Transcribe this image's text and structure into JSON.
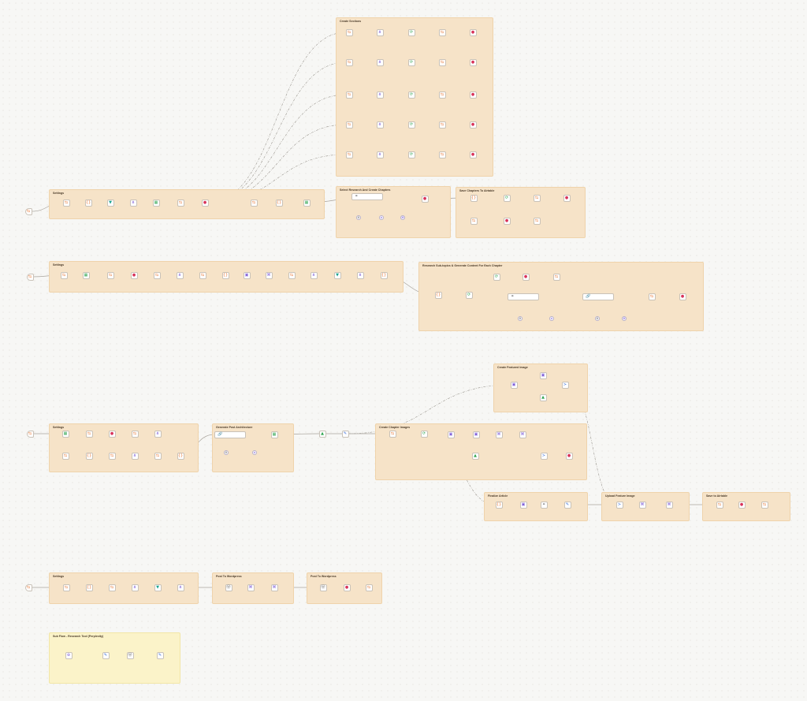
{
  "groups": {
    "g01": {
      "title": "Create Sections"
    },
    "g02": {
      "title": "Settings"
    },
    "g03": {
      "title": "Select Research And Create Chapters"
    },
    "g04": {
      "title": "Save Chapters To Airtable"
    },
    "g05": {
      "title": "Settings"
    },
    "g06": {
      "title": "Research Sub-topics & Generate Content For Each Chapter"
    },
    "g07": {
      "title": "Create Featured Image"
    },
    "g08": {
      "title": "Settings"
    },
    "g09": {
      "title": "Generate Post Architecture"
    },
    "g10": {
      "title": "Create Chapter Images"
    },
    "g11": {
      "title": "Finalize Article"
    },
    "g12": {
      "title": "Upload Feature Image"
    },
    "g13": {
      "title": "Save to Airtable"
    },
    "g14": {
      "title": "Settings"
    },
    "g15": {
      "title": "Post To Wordpress"
    },
    "g16": {
      "title": "Post To Wordpress"
    },
    "g17": {
      "title": "Sub Flow - Research Tool (Perplexity)"
    }
  },
  "icons": {
    "airtable": {
      "glyph": "⇆",
      "cls": "ic-orange"
    },
    "code": {
      "glyph": "{}",
      "cls": "ic-orange"
    },
    "split": {
      "glyph": "⋔",
      "cls": "ic-purple"
    },
    "loop": {
      "glyph": "⟳",
      "cls": "ic-green"
    },
    "merge": {
      "glyph": "⇉",
      "cls": "ic-purple"
    },
    "filter": {
      "glyph": "▼",
      "cls": "ic-teal"
    },
    "stop": {
      "glyph": "●",
      "cls": "ic-red"
    },
    "sheet": {
      "glyph": "▦",
      "cls": "ic-green"
    },
    "gear": {
      "glyph": "⚙",
      "cls": "ic-gray"
    },
    "agent": {
      "glyph": "⚭",
      "cls": "ic-gray"
    },
    "http": {
      "glyph": "⌘",
      "cls": "ic-purple"
    },
    "trigger": {
      "glyph": "⇆",
      "cls": "ic-orange"
    },
    "edit": {
      "glyph": "✎",
      "cls": "ic-blue"
    },
    "drive": {
      "glyph": "▲",
      "cls": "ic-green"
    },
    "image": {
      "glyph": "▣",
      "cls": "ic-purple"
    },
    "switch": {
      "glyph": "≻",
      "cls": "ic-blue"
    },
    "webhook": {
      "glyph": "⊛",
      "cls": "ic-purple"
    },
    "wp": {
      "glyph": "Ⓦ",
      "cls": "ic-gray"
    },
    "link": {
      "glyph": "🔗",
      "cls": "ic-gray"
    }
  }
}
